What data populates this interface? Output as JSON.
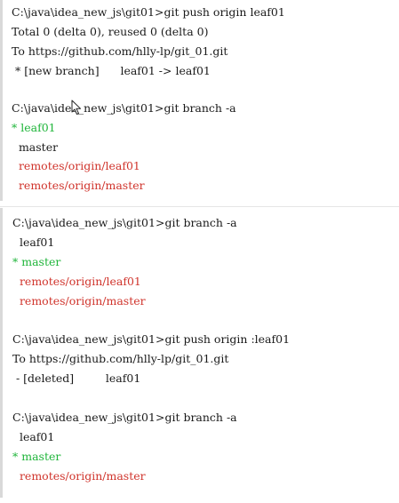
{
  "top": {
    "lines": [
      "C:\\java\\idea_new_js\\git01>git push origin leaf01",
      "Total 0 (delta 0), reused 0 (delta 0)",
      "To https://github.com/hlly-lp/git_01.git",
      " * [new branch]      leaf01 -> leaf01",
      "",
      "C:\\java\\idea_new_js\\git01>git branch -a",
      "* leaf01",
      "  master",
      "  remotes/origin/leaf01",
      "  remotes/origin/master"
    ]
  },
  "bottom": {
    "lines": [
      "C:\\java\\idea_new_js\\git01>git branch -a",
      "  leaf01",
      "* master",
      "  remotes/origin/leaf01",
      "  remotes/origin/master",
      "",
      "C:\\java\\idea_new_js\\git01>git push origin :leaf01",
      "To https://github.com/hlly-lp/git_01.git",
      " - [deleted]         leaf01",
      "",
      "C:\\java\\idea_new_js\\git01>git branch -a",
      "  leaf01",
      "* master",
      "  remotes/origin/master"
    ]
  },
  "colors": {
    "current_branch": "#1fb53a",
    "remote_branch": "#d0342c",
    "text": "#1a1a1a"
  },
  "icons": {
    "cursor": "mouse-pointer-icon"
  }
}
